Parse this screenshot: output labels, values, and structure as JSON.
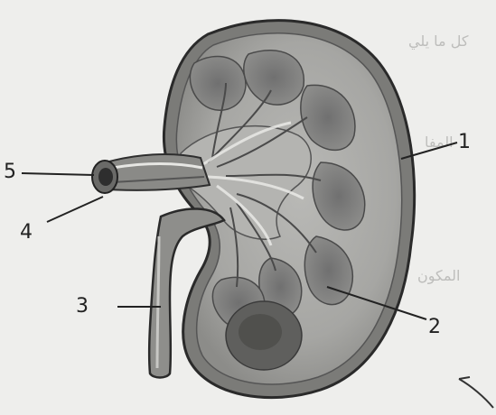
{
  "diagram": {
    "labels": [
      {
        "id": "1",
        "text": "1"
      },
      {
        "id": "2",
        "text": "2"
      },
      {
        "id": "3",
        "text": "3"
      },
      {
        "id": "4",
        "text": "4"
      },
      {
        "id": "5",
        "text": "5"
      }
    ],
    "background_text": [
      "كل ما يلي",
      "المفا",
      "المكون"
    ],
    "colors": {
      "ink": "#222222",
      "paper": "#eeeeec",
      "tissue_dark": "#6a6a68",
      "tissue_mid": "#9a9a98",
      "tissue_light": "#c9c9c6"
    }
  }
}
